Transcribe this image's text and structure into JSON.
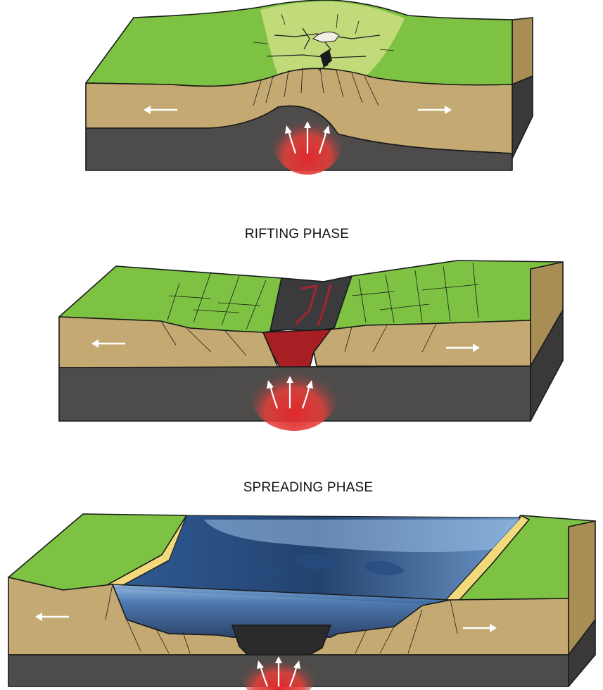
{
  "phases": [
    {
      "id": "doming",
      "title": ""
    },
    {
      "id": "rifting",
      "title": "RIFTING PHASE"
    },
    {
      "id": "spreading",
      "title": "SPREADING PHASE"
    }
  ],
  "colors": {
    "land_top": "#7dc242",
    "crust": "#c4aa72",
    "crust_side": "#a88d55",
    "mantle": "#4d4c4b",
    "mantle_side": "#3a3938",
    "magma": "#e0282c",
    "water_deep": "#1e3a66",
    "water_light": "#7aa7d6",
    "sand": "#f2da7c",
    "arrow": "#ffffff"
  },
  "icons": {
    "plate_motion": "double-arrow-icon",
    "magma_upwelling": "upward-arrow-icon"
  }
}
